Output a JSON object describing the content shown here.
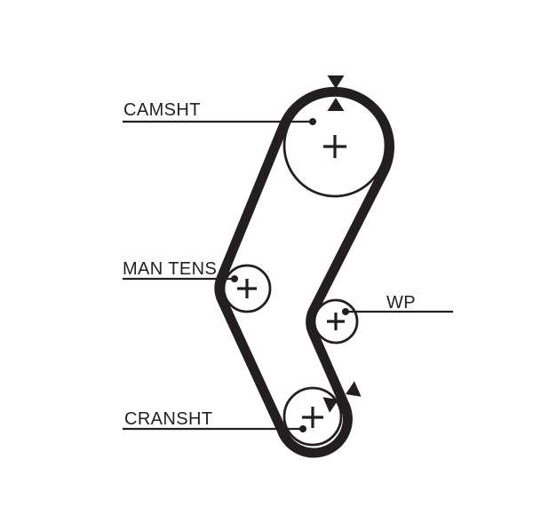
{
  "diagram": {
    "type": "timing-belt-routing",
    "background_color": "#ffffff",
    "line_color": "#231f20"
  },
  "labels": {
    "camshaft": "CAMSHT",
    "tensioner": "MAN TENS",
    "water_pump": "WP",
    "crankshaft": "CRANSHT"
  },
  "pulleys": [
    {
      "name": "camshaft",
      "label": "CAMSHT",
      "center_mark": "+"
    },
    {
      "name": "manual-tensioner",
      "label": "MAN TENS",
      "center_mark": "+"
    },
    {
      "name": "water-pump",
      "label": "WP",
      "center_mark": "+"
    },
    {
      "name": "crankshaft",
      "label": "CRANSHT",
      "center_mark": "+"
    }
  ],
  "icons": {
    "camshaft_timing_marks": "opposed-triangle-arrows",
    "crankshaft_timing_marks": "opposed-triangle-arrows"
  }
}
